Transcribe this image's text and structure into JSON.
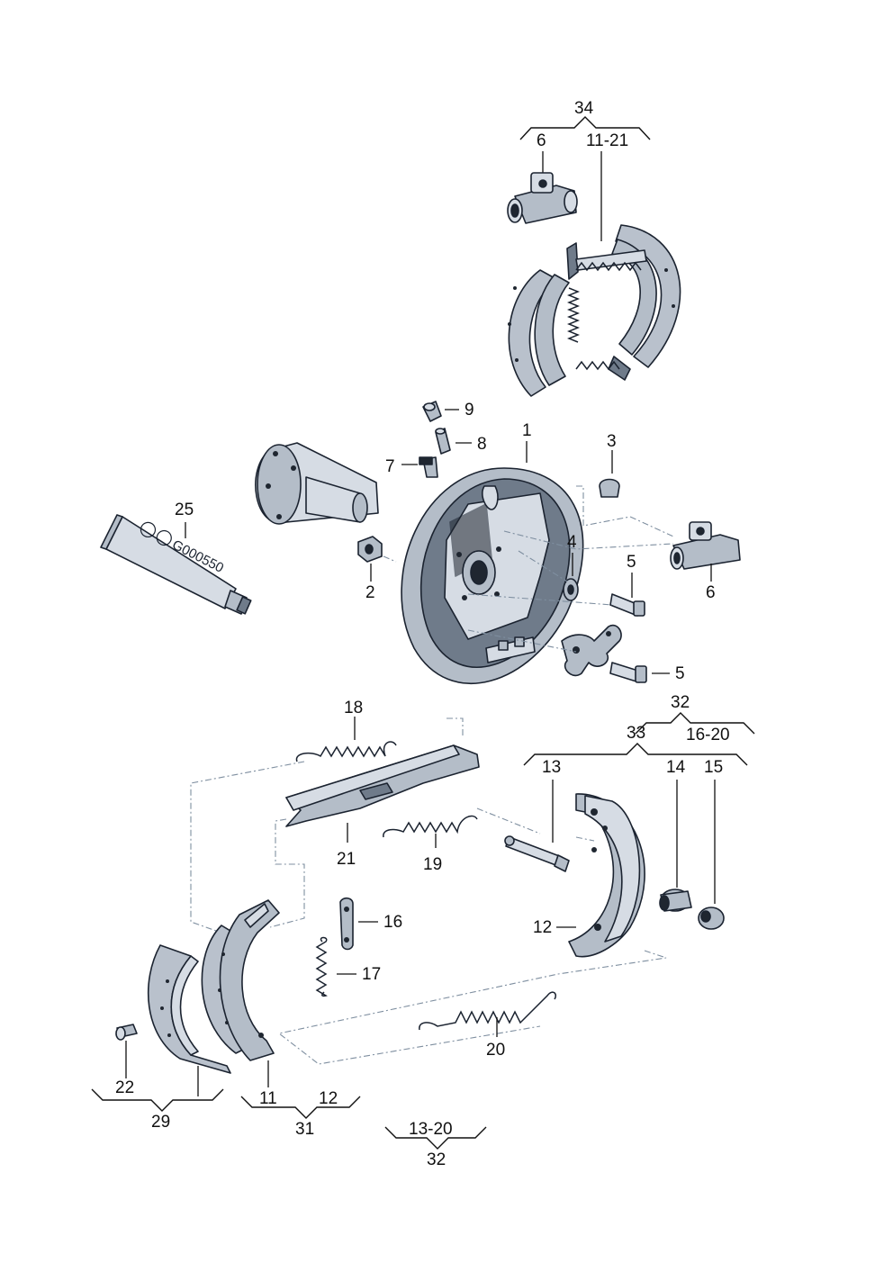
{
  "labels": {
    "l1": "1",
    "l2": "2",
    "l3": "3",
    "l4": "4",
    "l5a": "5",
    "l5b": "5",
    "l6a": "6",
    "l6b": "6",
    "l7": "7",
    "l8": "8",
    "l9": "9",
    "l11": "11",
    "l11_21": "11-21",
    "l12a": "12",
    "l12b": "12",
    "l13": "13",
    "l13_20": "13-20",
    "l14": "14",
    "l15": "15",
    "l16": "16",
    "l16_20": "16-20",
    "l17": "17",
    "l18": "18",
    "l19": "19",
    "l20": "20",
    "l21": "21",
    "l22": "22",
    "l25": "25",
    "l29": "29",
    "l31": "31",
    "l32a": "32",
    "l32b": "32",
    "l33": "33",
    "l34": "34"
  },
  "tube_text": "G000550",
  "colors": {
    "part_fill": "#b4bdc8",
    "outline": "#1b2330",
    "dash_line": "#7f8fa0"
  }
}
